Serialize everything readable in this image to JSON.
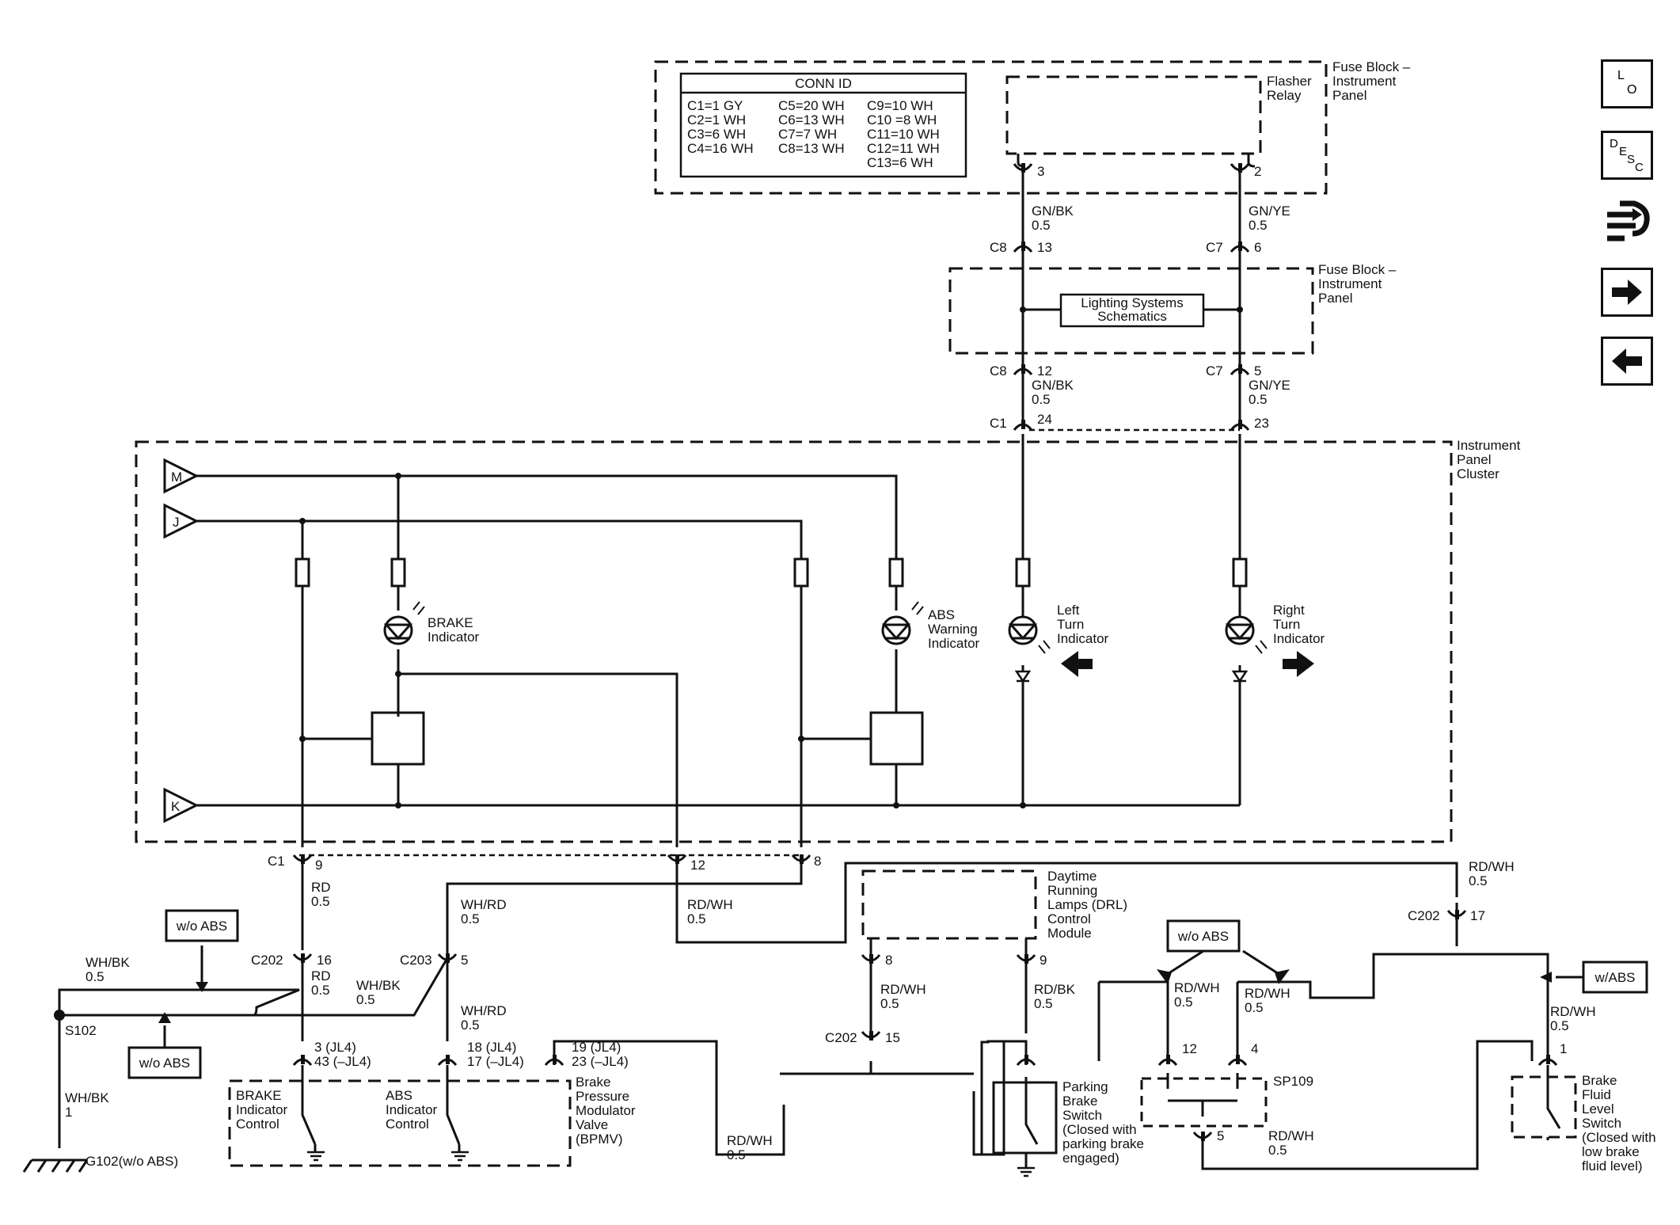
{
  "conn_id": {
    "title": "CONN ID",
    "col1": [
      "C1=1 GY",
      "C2=1 WH",
      "C3=6 WH",
      "C4=16 WH"
    ],
    "col2": [
      "C5=20 WH",
      "C6=13 WH",
      "C7=7 WH",
      "C8=13 WH"
    ],
    "col3": [
      "C9=10 WH",
      "C10 =8 WH",
      "C11=10 WH",
      "C12=11 WH",
      "C13=6 WH"
    ]
  },
  "components": {
    "fuse_block_top": [
      "Fuse Block –",
      "Instrument",
      "Panel"
    ],
    "flasher_relay": [
      "Flasher",
      "Relay"
    ],
    "fuse_block_mid": [
      "Fuse Block –",
      "Instrument",
      "Panel"
    ],
    "lighting_ref": [
      "Lighting Systems",
      "Schematics"
    ],
    "ipc": [
      "Instrument",
      "Panel",
      "Cluster"
    ],
    "brake_indicator": [
      "BRAKE",
      "Indicator"
    ],
    "abs_warning": [
      "ABS",
      "Warning",
      "Indicator"
    ],
    "left_turn": [
      "Left",
      "Turn",
      "Indicator"
    ],
    "right_turn": [
      "Right",
      "Turn",
      "Indicator"
    ],
    "drl_module": [
      "Daytime",
      "Running",
      "Lamps (DRL)",
      "Control",
      "Module"
    ],
    "brake_ind_control": [
      "BRAKE",
      "Indicator",
      "Control"
    ],
    "abs_ind_control": [
      "ABS",
      "Indicator",
      "Control"
    ],
    "bpmv": [
      "Brake",
      "Pressure",
      "Modulator",
      "Valve",
      "(BPMV)"
    ],
    "parking_brake": [
      "Parking",
      "Brake",
      "Switch",
      "(Closed with",
      "parking brake",
      "engaged)"
    ],
    "brake_fluid": [
      "Brake",
      "Fluid",
      "Level",
      "Switch",
      "(Closed with",
      "low brake",
      "fluid level)"
    ],
    "sp109": "SP109",
    "s102": "S102",
    "g102": "G102(w/o ABS)"
  },
  "buses": {
    "m": "M",
    "j": "J",
    "k": "K"
  },
  "option_boxes": {
    "wo_abs": "w/o ABS",
    "w_abs": "w/ABS"
  },
  "wires": {
    "gnbk": [
      "GN/BK",
      "0.5"
    ],
    "gnye": [
      "GN/YE",
      "0.5"
    ],
    "rd": [
      "RD",
      "0.5"
    ],
    "whbk": [
      "WH/BK",
      "0.5"
    ],
    "whrd": [
      "WH/RD",
      "0.5"
    ],
    "rdwh": [
      "RD/WH",
      "0.5"
    ],
    "rdbk": [
      "RD/BK",
      "0.5"
    ],
    "whbk_ground": [
      "WH/BK",
      "1"
    ]
  },
  "connectors": {
    "c8": "C8",
    "c7": "C7",
    "c1": "C1",
    "c202": "C202",
    "c203": "C203"
  },
  "pins": {
    "relay_3": "3",
    "relay_2": "2",
    "c8_13": "13",
    "c7_6": "6",
    "c8_12": "12",
    "c7_5": "5",
    "c1_24": "24",
    "c1_23": "23",
    "c1_9": "9",
    "c1_12": "12",
    "c1_8": "8",
    "c202_16": "16",
    "c203_5": "5",
    "c202_17": "17",
    "c202_15": "15",
    "drl_8": "8",
    "drl_9": "9",
    "pin_brake_ctrl": [
      "3 (JL4)",
      "43 (–JL4)"
    ],
    "pin_abs_ctrl": [
      "18 (JL4)",
      "17 (–JL4)"
    ],
    "pin_bpmv": [
      "19 (JL4)",
      "23 (–JL4)"
    ],
    "sp_12": "12",
    "sp_4": "4",
    "sp_5": "5",
    "bfl_1": "1"
  },
  "nav": {
    "lo": [
      "L",
      "O"
    ],
    "desc": [
      "D",
      "E",
      "S",
      "C"
    ],
    "icons": [
      "flowchart-icon",
      "arrow-right-icon",
      "arrow-left-icon"
    ]
  }
}
